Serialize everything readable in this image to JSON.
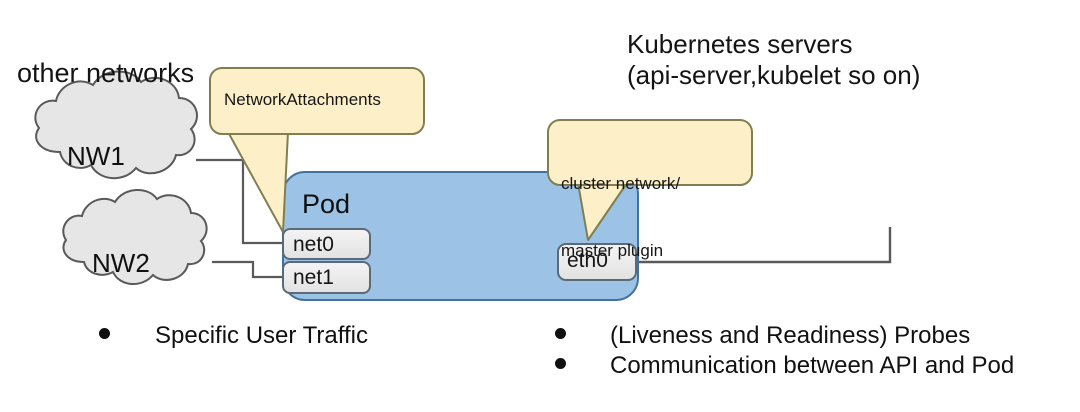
{
  "diagram": {
    "title_left": "other networks",
    "title_right": "Kubernetes servers\n(api-server,kubelet so on)",
    "pod_label": "Pod",
    "clouds": [
      {
        "name": "NW1",
        "label": "NW1"
      },
      {
        "name": "NW2",
        "label": "NW2"
      }
    ],
    "interfaces": [
      {
        "name": "net0",
        "label": "net0"
      },
      {
        "name": "net1",
        "label": "net1"
      },
      {
        "name": "eth0",
        "label": "eth0"
      }
    ],
    "callouts": [
      {
        "name": "network-attachments",
        "text": "NetworkAttachments"
      },
      {
        "name": "cluster-network-master-plugin",
        "line1": "cluster network/",
        "line2": "master plugin"
      }
    ],
    "bullets_left": [
      "Specific User Traffic"
    ],
    "bullets_right": [
      "(Liveness and Readiness) Probes",
      "Communication between API and Pod"
    ],
    "colors": {
      "pod_fill": "#9cc3e5",
      "pod_stroke": "#41719c",
      "callout_fill": "#fdefc8",
      "callout_stroke": "#7f7f50",
      "cloud_fill": "#e7e6e6",
      "cloud_stroke": "#595959",
      "iface_fill": "#ebebeb",
      "iface_stroke": "#5a6a78",
      "line_stroke": "#5a5a5a"
    }
  }
}
